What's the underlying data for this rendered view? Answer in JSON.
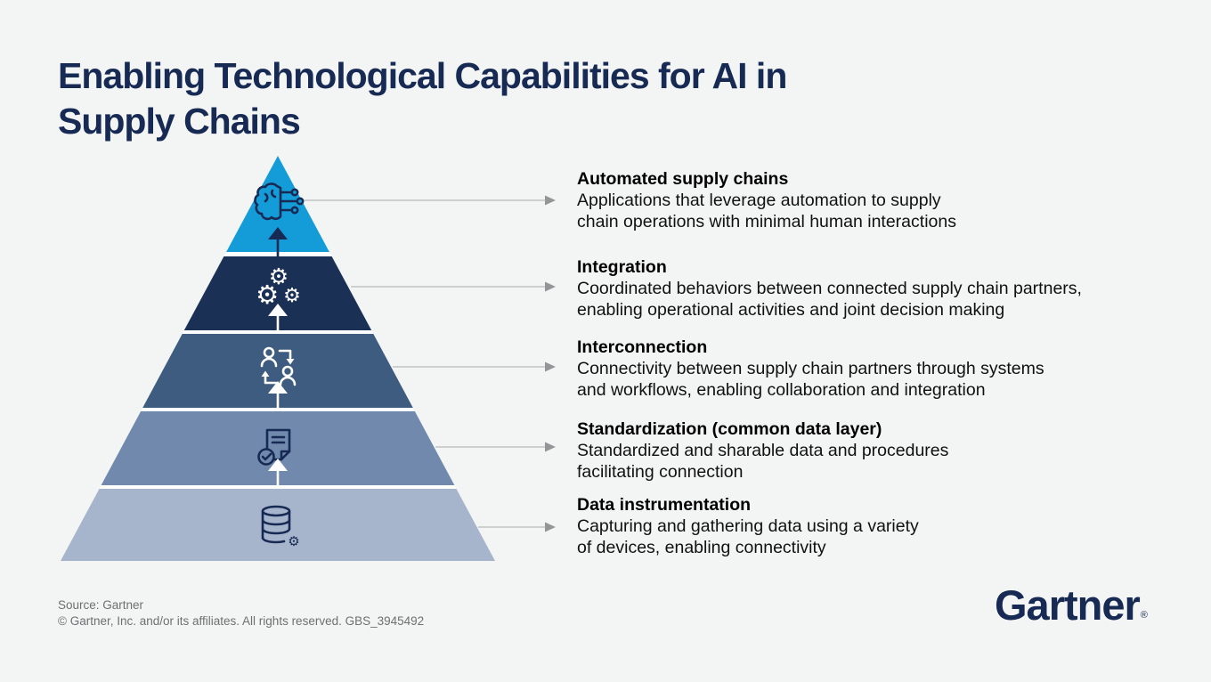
{
  "page": {
    "background_color": "#F3F4F4",
    "title_lines": [
      "Enabling Technological Capabilities for AI in",
      "Supply Chains"
    ],
    "title_color": "#172A54"
  },
  "pyramid": {
    "levels": [
      {
        "label": "Automated supply chains",
        "icon": "ai-brain-circuit-icon",
        "color": "#149CD8"
      },
      {
        "label": "Integration",
        "icon": "gears-icon",
        "color": "#1A3055"
      },
      {
        "label": "Interconnection",
        "icon": "people-exchange-icon",
        "color": "#3E5C80"
      },
      {
        "label": "Standardization (common data layer)",
        "icon": "document-check-icon",
        "color": "#7089AC"
      },
      {
        "label": "Data instrumentation",
        "icon": "database-gear-icon",
        "color": "#A6B5CC"
      }
    ],
    "silhouette_color": "#FFFFFF",
    "connector_line_color": "#C2C3C4",
    "connector_arrow_color": "#939597",
    "icon_navy_color": "#172A54",
    "icon_white_color": "#FFFFFF"
  },
  "annotations": [
    {
      "heading": "Automated supply chains",
      "lines": [
        "Applications that leverage automation to supply",
        "chain operations with minimal human interactions"
      ]
    },
    {
      "heading": "Integration",
      "lines": [
        "Coordinated behaviors between connected supply chain partners,",
        "enabling operational activities and joint decision making"
      ]
    },
    {
      "heading": "Interconnection",
      "lines": [
        "Connectivity between supply chain partners through systems",
        "and workflows, enabling collaboration and integration"
      ]
    },
    {
      "heading": "Standardization (common data layer)",
      "lines": [
        "Standardized and sharable data and procedures",
        "facilitating connection"
      ]
    },
    {
      "heading": "Data instrumentation",
      "lines": [
        "Capturing and gathering data using a variety",
        "of devices, enabling connectivity"
      ]
    }
  ],
  "footer": {
    "source": "Source: Gartner",
    "copyright": "© Gartner, Inc. and/or its affiliates. All rights reserved. GBS_3945492"
  },
  "logo": {
    "text": "Gartner",
    "registered": "®"
  }
}
